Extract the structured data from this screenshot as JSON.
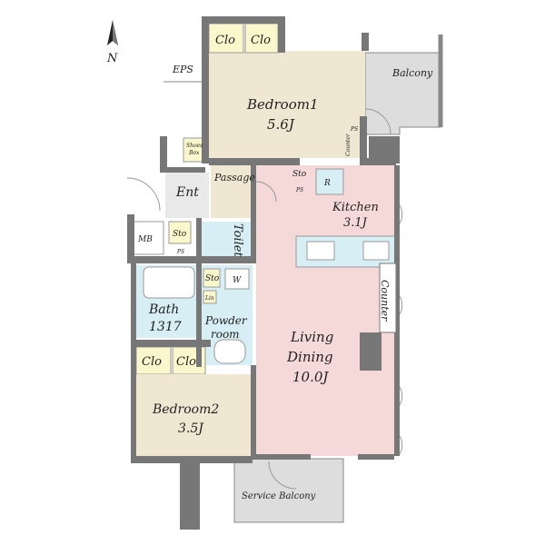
{
  "compass": {
    "north_label": "N"
  },
  "labels": {
    "eps": "EPS",
    "balcony": "Balcony",
    "bedroom1_name": "Bedroom1",
    "bedroom1_size": "5.6J",
    "closet": "Clo",
    "ps": "PS",
    "counter_small": "Counter",
    "shoes_box_line1": "Shoes",
    "shoes_box_line2": "Box",
    "ent": "Ent",
    "passage": "Passage",
    "sto": "Sto",
    "r": "R",
    "kitchen_name": "Kitchen",
    "kitchen_size": "3.1J",
    "mb": "MB",
    "toilet": "Toilet",
    "w": "W",
    "lin": "Lin",
    "bath_name": "Bath",
    "bath_size": "1317",
    "powder_line1": "Powder",
    "powder_line2": "room",
    "counter": "Counter",
    "living_line1": "Living",
    "living_line2": "Dining",
    "living_size": "10.0J",
    "bedroom2_name": "Bedroom2",
    "bedroom2_size": "3.5J",
    "service_balcony": "Service Balcony"
  },
  "colors": {
    "bedroom": "#efe7d2",
    "living": "#f5d9d9",
    "bath": "#d6eef4",
    "closet": "#fbf7cc",
    "entry": "#e9e9e9",
    "balcony": "#dddddd",
    "wall": "#777777"
  }
}
